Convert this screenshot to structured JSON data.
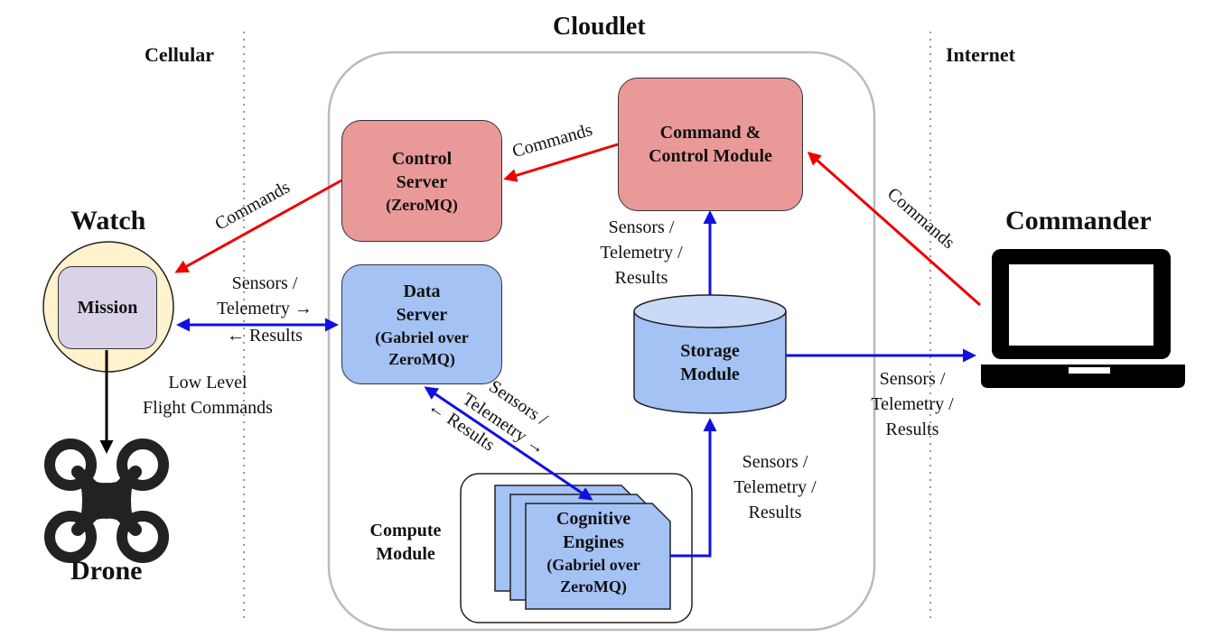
{
  "zones": {
    "cellular": "Cellular",
    "cloudlet": "Cloudlet",
    "internet": "Internet"
  },
  "actors": {
    "watch": "Watch",
    "drone": "Drone",
    "commander": "Commander"
  },
  "modules": {
    "mission": "Mission",
    "control_server": {
      "l1": "Control",
      "l2": "Server",
      "l3": "(ZeroMQ)"
    },
    "command_control": {
      "l1": "Command &",
      "l2": "Control Module"
    },
    "data_server": {
      "l1": "Data",
      "l2": "Server",
      "l3": "(Gabriel over",
      "l4": "ZeroMQ)"
    },
    "storage": {
      "l1": "Storage",
      "l2": "Module"
    },
    "cognitive": {
      "l1": "Cognitive",
      "l2": "Engines",
      "l3": "(Gabriel over",
      "l4": "ZeroMQ)"
    },
    "compute": {
      "l1": "Compute",
      "l2": "Module"
    }
  },
  "edges": {
    "cmd_commander_to_cc": "Commands",
    "cmd_cc_to_control": "Commands",
    "cmd_control_to_watch": "Commands",
    "watch_data": {
      "l1": "Sensors /",
      "l2": "Telemetry →",
      "l3": "← Results"
    },
    "flight": {
      "l1": "Low Level",
      "l2": "Flight Commands"
    },
    "ds_engines": {
      "l1": "Sensors /",
      "l2": "Telemetry →",
      "l3": "← Results"
    },
    "storage_to_cc": {
      "l1": "Sensors /",
      "l2": "Telemetry /",
      "l3": "Results"
    },
    "engines_to_storage": {
      "l1": "Sensors /",
      "l2": "Telemetry /",
      "l3": "Results"
    },
    "storage_to_commander": {
      "l1": "Sensors /",
      "l2": "Telemetry /",
      "l3": "Results"
    }
  },
  "colors": {
    "command_arrow": "#ee0000",
    "data_arrow": "#1010e0",
    "red_module": "#ea9999",
    "blue_module": "#a4c2f4",
    "mission_fill": "#d9d2e9",
    "watch_fill": "#fff2cc"
  },
  "icons": [
    "drone-icon",
    "laptop-icon"
  ]
}
